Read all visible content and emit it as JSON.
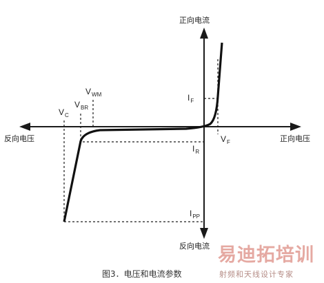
{
  "axes": {
    "forward_current": "正向电流",
    "reverse_current": "反向电流",
    "forward_voltage": "正向电压",
    "reverse_voltage": "反向电压"
  },
  "markers": {
    "vwm": {
      "main": "V",
      "sub": "WM"
    },
    "vbr": {
      "main": "V",
      "sub": "BR"
    },
    "vc": {
      "main": "V",
      "sub": "C"
    },
    "vf": {
      "main": "V",
      "sub": "F"
    },
    "if": {
      "main": "I",
      "sub": "F"
    },
    "ir": {
      "main": "I",
      "sub": "R"
    },
    "ipp": {
      "main": "I",
      "sub": "PP"
    }
  },
  "caption": "图3．电压和电流参数",
  "watermark": {
    "brand": "易迪拓培训",
    "slogan": "射频和天线设计专家"
  },
  "colors": {
    "line": "#1a1a1a",
    "curve": "#111111",
    "watermark": "#e5a9a2"
  }
}
